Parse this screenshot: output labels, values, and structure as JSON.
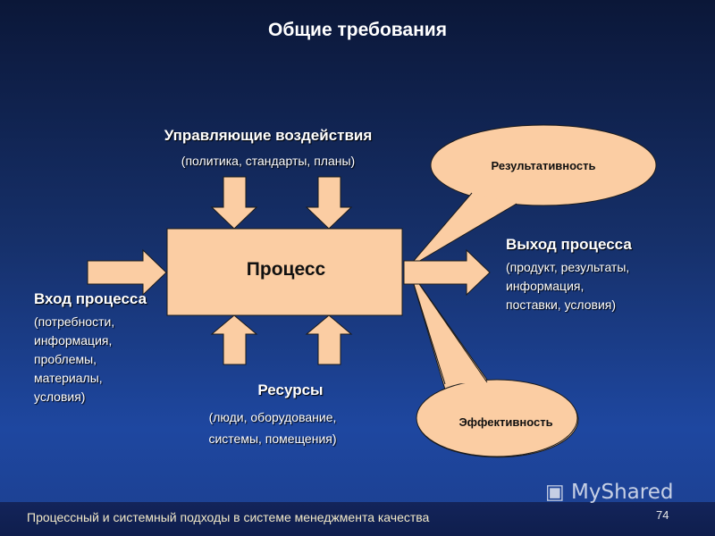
{
  "title": "Общие требования",
  "control": {
    "title": "Управляющие воздействия",
    "subtitle": "(политика, стандарты, планы)"
  },
  "process": {
    "label": "Процесс"
  },
  "output": {
    "title": "Выход процесса",
    "lines": [
      "(продукт, результаты,",
      "информация,",
      "поставки, условия)"
    ]
  },
  "input": {
    "title": "Вход процесса",
    "lines": [
      "(потребности,",
      "информация,",
      "проблемы,",
      "материалы,",
      "условия)"
    ]
  },
  "resources": {
    "title": "Ресурсы",
    "lines": [
      "(люди, оборудование,",
      "системы, помещения)"
    ]
  },
  "bubbles": {
    "top": "Результативность",
    "bottom": "Эффективность"
  },
  "footer": {
    "text": "Процессный и системный подходы в системе менеджмента качества",
    "page": "74"
  },
  "watermark": "MyShared",
  "colors": {
    "shape_fill": "#fbcda3",
    "shape_stroke": "#1a1a1a",
    "background_top": "#0b1738",
    "background_bottom": "#1e47a0"
  }
}
